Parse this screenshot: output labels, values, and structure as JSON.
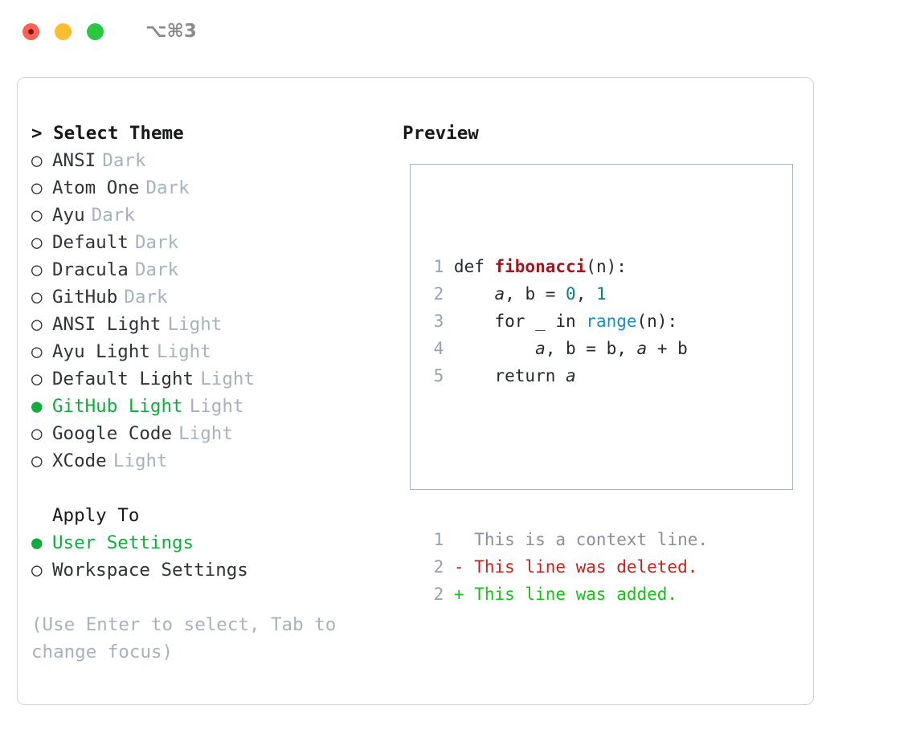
{
  "titlebar": {
    "traffic_lights": [
      "close-red",
      "minimize-yellow",
      "zoom-green"
    ],
    "shortcut": "⌥⌘3"
  },
  "theme_picker": {
    "header_prefix": "> ",
    "header": "Select Theme",
    "bullet_unselected": "○",
    "bullet_selected": "●",
    "items": [
      {
        "label": "ANSI",
        "tag": "Dark",
        "selected": false
      },
      {
        "label": "Atom One",
        "tag": "Dark",
        "selected": false
      },
      {
        "label": "Ayu",
        "tag": "Dark",
        "selected": false
      },
      {
        "label": "Default",
        "tag": "Dark",
        "selected": false
      },
      {
        "label": "Dracula",
        "tag": "Dark",
        "selected": false
      },
      {
        "label": "GitHub",
        "tag": "Dark",
        "selected": false
      },
      {
        "label": "ANSI Light",
        "tag": "Light",
        "selected": false
      },
      {
        "label": "Ayu Light",
        "tag": "Light",
        "selected": false
      },
      {
        "label": "Default Light",
        "tag": "Light",
        "selected": false
      },
      {
        "label": "GitHub Light",
        "tag": "Light",
        "selected": true
      },
      {
        "label": "Google Code",
        "tag": "Light",
        "selected": false
      },
      {
        "label": "XCode",
        "tag": "Light",
        "selected": false
      }
    ]
  },
  "apply_to": {
    "title": "Apply To",
    "options": [
      {
        "label": "User Settings",
        "selected": true
      },
      {
        "label": "Workspace Settings",
        "selected": false
      }
    ]
  },
  "hint": "(Use Enter to select, Tab to change focus)",
  "preview": {
    "title": "Preview",
    "code_lines": [
      {
        "num": "1",
        "tokens": [
          {
            "text": "def ",
            "kind": "kw"
          },
          {
            "text": "fibonacci",
            "kind": "fn"
          },
          {
            "text": "(n):",
            "kind": "punc"
          }
        ]
      },
      {
        "num": "2",
        "tokens": [
          {
            "text": "    ",
            "kind": "plain"
          },
          {
            "text": "a",
            "kind": "var"
          },
          {
            "text": ", ",
            "kind": "punc"
          },
          {
            "text": "b",
            "kind": "plain"
          },
          {
            "text": " = ",
            "kind": "punc"
          },
          {
            "text": "0",
            "kind": "num"
          },
          {
            "text": ", ",
            "kind": "punc"
          },
          {
            "text": "1",
            "kind": "num"
          }
        ]
      },
      {
        "num": "3",
        "tokens": [
          {
            "text": "    for _ in ",
            "kind": "kw"
          },
          {
            "text": "range",
            "kind": "builtin"
          },
          {
            "text": "(n):",
            "kind": "punc"
          }
        ]
      },
      {
        "num": "4",
        "tokens": [
          {
            "text": "        ",
            "kind": "plain"
          },
          {
            "text": "a",
            "kind": "var"
          },
          {
            "text": ", b = b, ",
            "kind": "punc"
          },
          {
            "text": "a",
            "kind": "var"
          },
          {
            "text": " + b",
            "kind": "punc"
          }
        ]
      },
      {
        "num": "5",
        "tokens": [
          {
            "text": "    return ",
            "kind": "kw"
          },
          {
            "text": "a",
            "kind": "var"
          }
        ]
      }
    ],
    "diff_lines": [
      {
        "num": "1",
        "sign": " ",
        "text": "This is a context line.",
        "kind": "ctx"
      },
      {
        "num": "2",
        "sign": "-",
        "text": "This line was deleted.",
        "kind": "del"
      },
      {
        "num": "2",
        "sign": "+",
        "text": "This line was added.",
        "kind": "add"
      }
    ]
  },
  "colors": {
    "selected_green": "#0eae3c",
    "diff_added": "#18c018",
    "diff_deleted": "#c0241f",
    "muted_tag": "#a9b1bd",
    "function_red": "#a0161a",
    "number_teal": "#0b8080",
    "builtin_blue": "#1a8fc4",
    "panel_border": "#cfd4da",
    "code_border": "#a8b2c1"
  }
}
